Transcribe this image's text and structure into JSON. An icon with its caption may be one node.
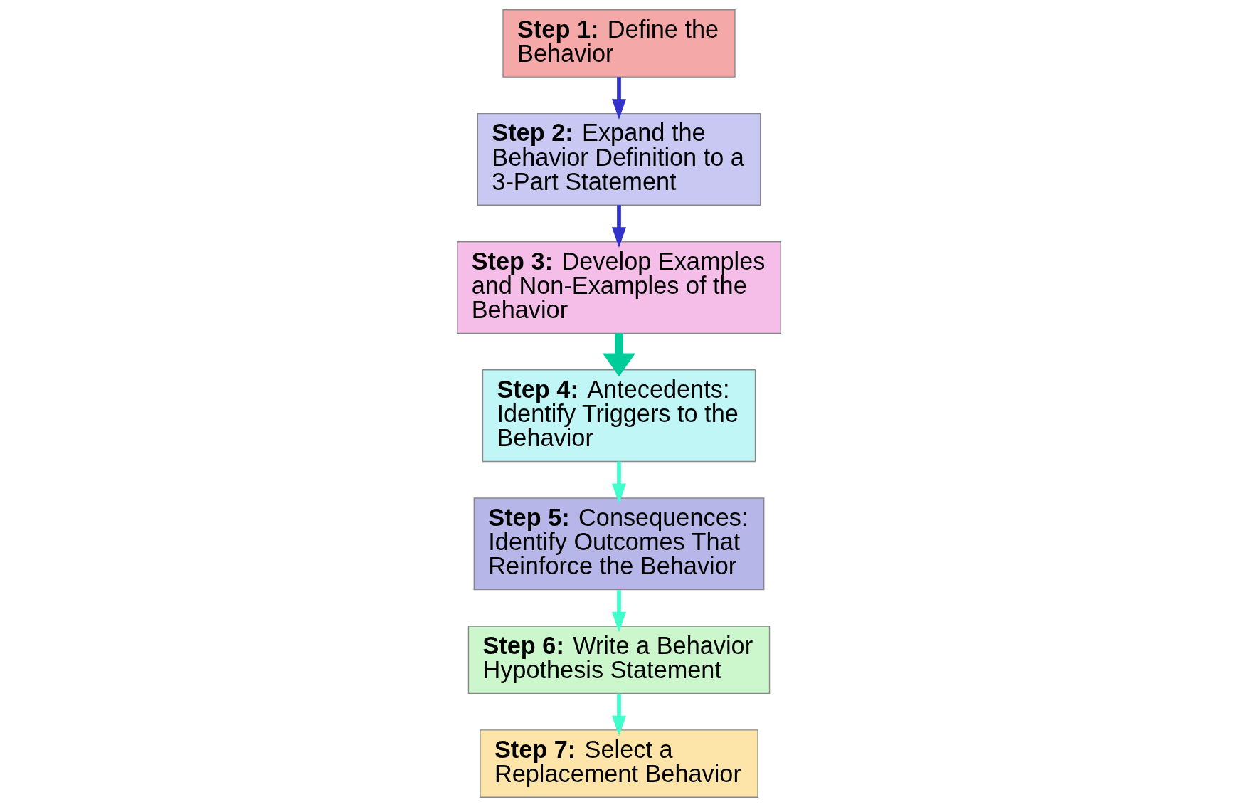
{
  "diagram": {
    "nodes": [
      {
        "text": [
          "**Step 1:** Define the Behavior"
        ]
      },
      {
        "text": [
          "**Step 2:** Expand the Behavior Definition to a 3-Part Statement"
        ]
      },
      {
        "text": [
          "**Step 3:** Develop Examples and Non-Examples of the Behavior"
        ]
      },
      {
        "text": [
          "**Step 4:** Antecedents: Identify Triggers to the Behavior"
        ]
      },
      {
        "text": [
          "**Step 5:** Consequences: Identify Outcomes That Reinforce the Behavior"
        ]
      },
      {
        "text": [
          "**Step 6:** Write a Behavior Hypothesis Statement"
        ]
      },
      {
        "text": [
          "**Step 7:** Select a Replacement Behavior"
        ]
      }
    ],
    "edges": [
      {
        "from": 0,
        "to": 1,
        "arrow": "to",
        "color": "#3333cc"
      },
      {
        "from": 1,
        "to": 2,
        "arrow": "to",
        "color": "#3333cc"
      },
      {
        "from": 2,
        "to": 3,
        "arrow": "to",
        "style": "thick",
        "color": "#00cc99"
      },
      {
        "from": 3,
        "to": 4,
        "arrow": "to"
      },
      {
        "from": 4,
        "to": 5,
        "arrow": "to"
      },
      {
        "from": 5,
        "to": 6,
        "arrow": "to"
      }
    ]
  }
}
